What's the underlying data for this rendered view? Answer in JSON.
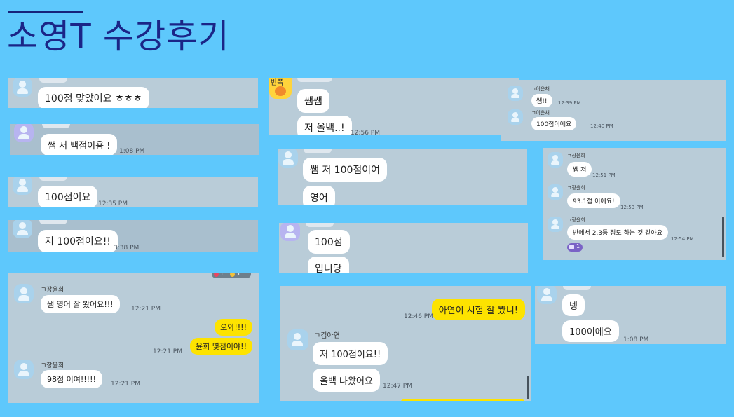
{
  "page": {
    "title": "소영T 수강후기"
  },
  "shot1": {
    "message": "100점 맞았어요 ㅎㅎㅎ"
  },
  "shot2": {
    "message": "쌤 저 백점이용 !",
    "time": "1:08 PM"
  },
  "shot3": {
    "message": "100점이요",
    "time": "12:35 PM"
  },
  "shot4": {
    "message": "저 100점이요!!",
    "time": "3:38 PM"
  },
  "shot5": {
    "sticker_label": "반쪽",
    "messages": [
      "쌤쌤",
      "저 올백..!"
    ],
    "time": "12:56 PM"
  },
  "shot6": {
    "rows": [
      {
        "name": "ㄱ이은채",
        "message": "쌤!!",
        "time": "12:39 PM"
      },
      {
        "name": "ㄱ이은채",
        "message": "100점이에요",
        "time": "12:40 PM"
      }
    ]
  },
  "shot7": {
    "messages": [
      "쌤 저 100점이여",
      "영어"
    ]
  },
  "shot8": {
    "rows": [
      {
        "name": "ㄱ장윤희",
        "message": "쌤 저",
        "time": "12:51 PM"
      },
      {
        "name": "ㄱ장윤희",
        "message": "93.1점 이에요!",
        "time": "12:53 PM"
      },
      {
        "name": "ㄱ장윤희",
        "message": "반에서 2,3등 정도 하는 것 같아요",
        "time": "12:54 PM"
      }
    ],
    "reaction_count": "1"
  },
  "shot9": {
    "messages": [
      "100점",
      "입니당"
    ]
  },
  "shot10": {
    "reaction_counts": [
      "1",
      "1"
    ],
    "row1": {
      "name": "ㄱ장윤희",
      "message": "쌤 영어 잘 봤어요!!!",
      "time": "12:21 PM"
    },
    "mine": [
      "오와!!!!",
      "윤희 몇점이야!!"
    ],
    "mine_time": "12:21 PM",
    "row2": {
      "name": "ㄱ장윤희",
      "message": "98점 이여!!!!!",
      "time": "12:21 PM"
    }
  },
  "shot11": {
    "mine": "아연이 시험 잘 봤니!",
    "mine_time": "12:46 PM",
    "name": "ㄱ김아연",
    "messages": [
      "저 100점이요!!",
      "올백 나왔어요"
    ],
    "time": "12:47 PM"
  },
  "shot12": {
    "messages": [
      "넹",
      "100이에요"
    ],
    "time": "1:08 PM"
  },
  "colors": {
    "background": "#5ec8fc",
    "title": "#1b2587",
    "chat_bg": "#b9ccd8",
    "my_bubble": "#fde300",
    "their_bubble": "#ffffff"
  }
}
